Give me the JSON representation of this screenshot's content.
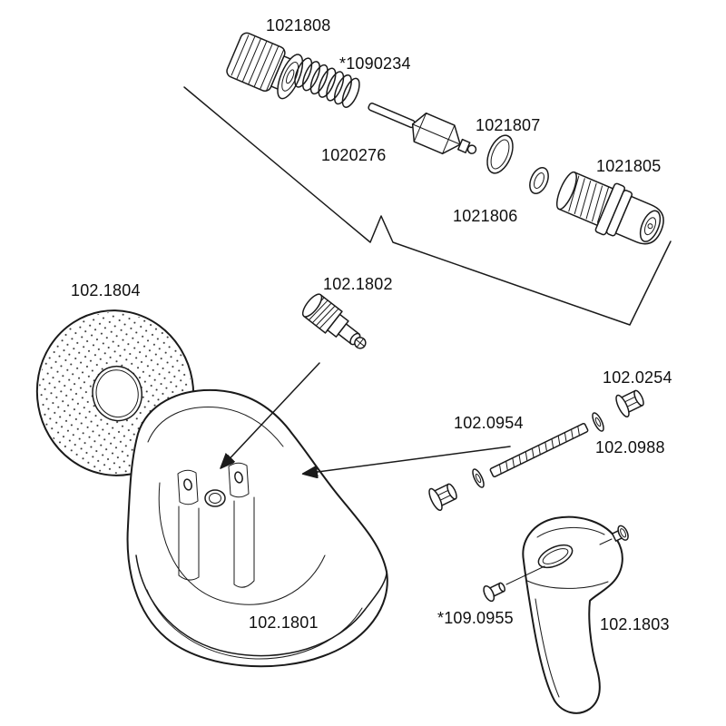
{
  "page": {
    "background": "#ffffff",
    "ink": "#1a1a1a"
  },
  "labels": {
    "p1021808": "1021808",
    "p1090234": "*1090234",
    "p1021807": "1021807",
    "p1020276": "1020276",
    "p1021806": "1021806",
    "p1021805": "1021805",
    "p1021804": "102.1804",
    "p1021802": "102.1802",
    "p1020254": "102.0254",
    "p1020954": "102.0954",
    "p1020988": "102.0988",
    "p1021801": "102.1801",
    "p1090955": "*109.0955",
    "p1021803": "102.1803"
  }
}
